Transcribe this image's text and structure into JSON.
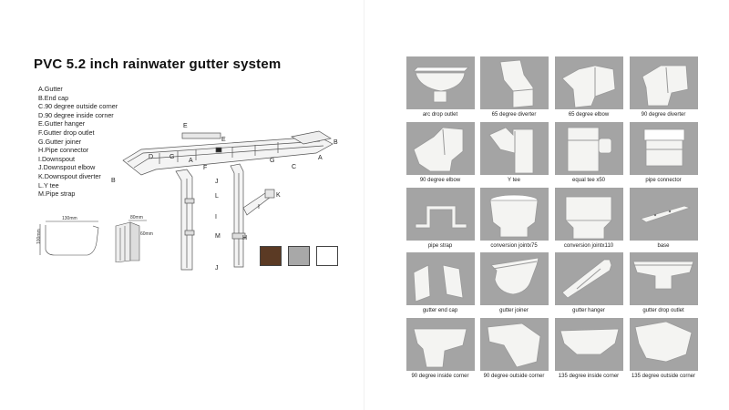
{
  "page": {
    "title": "PVC 5.2 inch rainwater gutter system"
  },
  "legend": [
    "A.Gutter",
    "B.End cap",
    "C.90 degree outside corner",
    "D.90 degree inside corner",
    "E.Gutter hanger",
    "F.Gutter drop outlet",
    "G.Gutter joiner",
    "H.Pipe connector",
    "I.Downspout",
    "J.Downspout elbow",
    "K.Downspout diverter",
    "L.Y tee",
    "M.Pipe strap"
  ],
  "diagram_labels": [
    "E",
    "E",
    "B",
    "D",
    "G",
    "A",
    "F",
    "G",
    "C",
    "A",
    "B",
    "J",
    "K",
    "I",
    "L",
    "I",
    "M",
    "H",
    "J"
  ],
  "profiles": {
    "width_label": "130mm",
    "height_label": "100mm",
    "pipe_w_label": "80mm",
    "pipe_d_label": "60mm"
  },
  "colors": {
    "swatch_brown": "#5b3a24",
    "swatch_grey": "#a8a8a8",
    "swatch_white": "#ffffff",
    "tile_bg": "#a4a4a4",
    "part_white": "#f2f2f0"
  },
  "products": [
    {
      "label": "arc drop outlet",
      "icon": "arc-drop-outlet-icon"
    },
    {
      "label": "65 degree diverter",
      "icon": "diverter-65-icon"
    },
    {
      "label": "65 degree elbow",
      "icon": "elbow-65-icon"
    },
    {
      "label": "90 degree diverter",
      "icon": "diverter-90-icon"
    },
    {
      "label": "90 degree elbow",
      "icon": "elbow-90-icon"
    },
    {
      "label": "Y tee",
      "icon": "y-tee-icon"
    },
    {
      "label": "equal tee x50",
      "icon": "equal-tee-icon"
    },
    {
      "label": "pipe connector",
      "icon": "pipe-connector-icon"
    },
    {
      "label": "pipe strap",
      "icon": "pipe-strap-icon"
    },
    {
      "label": "conversion jointx75",
      "icon": "conversion-joint-75-icon"
    },
    {
      "label": "conversion jointx110",
      "icon": "conversion-joint-110-icon"
    },
    {
      "label": "base",
      "icon": "base-icon"
    },
    {
      "label": "gutter end cap",
      "icon": "gutter-end-cap-icon"
    },
    {
      "label": "gutter joiner",
      "icon": "gutter-joiner-icon"
    },
    {
      "label": "gutter hanger",
      "icon": "gutter-hanger-icon"
    },
    {
      "label": "gutter drop outlet",
      "icon": "gutter-drop-outlet-icon"
    },
    {
      "label": "90 degree inside corner",
      "icon": "inside-corner-90-icon"
    },
    {
      "label": "90 degree outside corner",
      "icon": "outside-corner-90-icon"
    },
    {
      "label": "135 degree inside corner",
      "icon": "inside-corner-135-icon"
    },
    {
      "label": "135 degree outside corner",
      "icon": "outside-corner-135-icon"
    }
  ]
}
